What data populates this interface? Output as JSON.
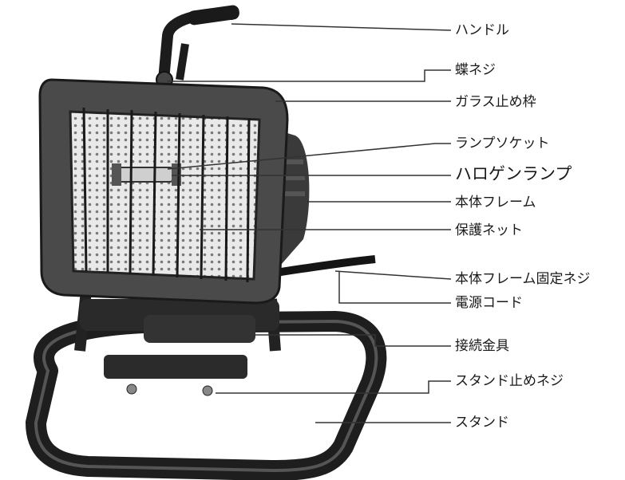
{
  "labels": {
    "handle": "ハンドル",
    "wing_screw": "蝶ネジ",
    "glass_frame": "ガラス止め枠",
    "lamp_socket": "ランプソケット",
    "halogen_lamp": "ハロゲンランプ",
    "body_frame": "本体フレーム",
    "protective_net": "保護ネット",
    "body_frame_screw": "本体フレーム固定ネジ",
    "power_cord": "電源コード",
    "connector": "接続金具",
    "stand_screw": "スタンド止めネジ",
    "stand": "スタンド"
  }
}
